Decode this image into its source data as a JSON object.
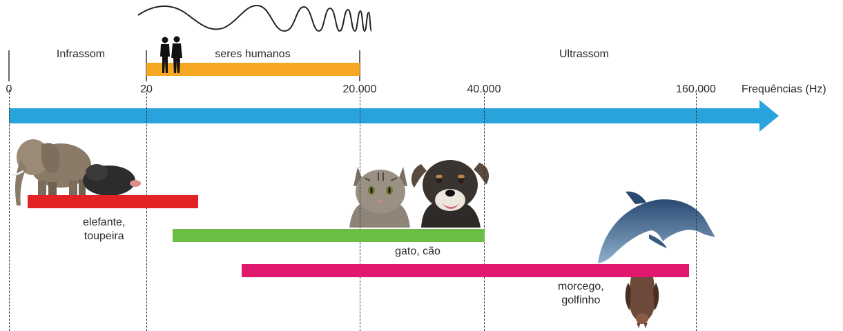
{
  "regions": {
    "infrasound": "Infrassom",
    "humans": "seres humanos",
    "ultrasound": "Ultrassom"
  },
  "axis": {
    "ticks": [
      "0",
      "20",
      "20.000",
      "40.000",
      "160.000"
    ],
    "label": "Frequências (Hz)"
  },
  "ranges": [
    {
      "animals": "elefante,\ntoupeira",
      "line1": "elefante,",
      "line2": "toupeira",
      "color": "#e32226"
    },
    {
      "animals": "gato, cão",
      "color": "#6cbd45"
    },
    {
      "animals": "morcego,\ngolfinho",
      "line1": "morcego,",
      "line2": "golfinho",
      "color": "#e0196f"
    }
  ],
  "colors": {
    "humans_band": "#f5a623",
    "arrow": "#29a3dc"
  },
  "icons": [
    "wave-icon",
    "people-icon",
    "elephant-icon",
    "mole-icon",
    "cat-icon",
    "dog-icon",
    "dolphin-icon",
    "bat-icon"
  ]
}
